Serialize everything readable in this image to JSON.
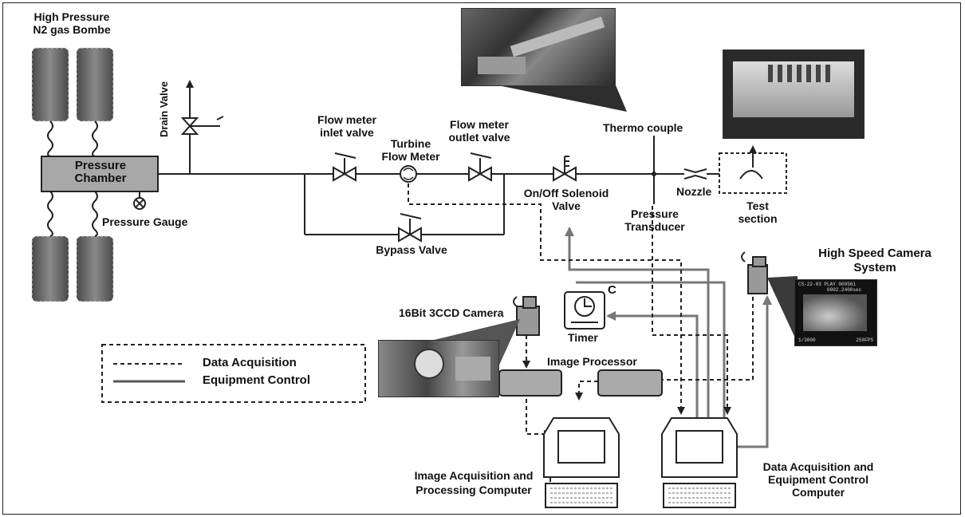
{
  "labels": {
    "bombe": "High Pressure\nN2 gas Bombe",
    "drain_valve": "Drain Valve",
    "pressure_chamber": "Pressure\nChamber",
    "pressure_gauge": "Pressure Gauge",
    "flow_meter_inlet": "Flow meter\ninlet valve",
    "turbine_flow_meter": "Turbine\nFlow Meter",
    "flow_meter_outlet": "Flow meter\noutlet valve",
    "bypass_valve": "Bypass Valve",
    "thermo_couple": "Thermo couple",
    "solenoid_valve": "On/Off Solenoid\nValve",
    "pressure_transducer": "Pressure\nTransducer",
    "nozzle": "Nozzle",
    "test_section": "Test\nsection",
    "high_speed_camera": "High Speed Camera\nSystem",
    "ccd_camera": "16Bit 3CCD Camera",
    "timer": "Timer",
    "timer_c": "C",
    "image_processor": "Image Processor",
    "image_computer": "Image Acquisition and\nProcessing Computer",
    "data_computer": "Data Acquisition and\nEquipment Control\nComputer"
  },
  "legend": {
    "data_acquisition": "Data Acquisition",
    "equipment_control": "Equipment Control"
  },
  "hs_screen": {
    "top": "CS-22-03 PLAY 000561",
    "top2": "0002.2400sec",
    "bottom_left": "1/3000",
    "bottom_right": "250FPS"
  },
  "colors": {
    "line": "#222222",
    "cylinder": "#6e6e6e",
    "chamber": "#a8a8a8",
    "photo_dark": "#3a3a3a",
    "control_line": "#8a8a8a"
  }
}
